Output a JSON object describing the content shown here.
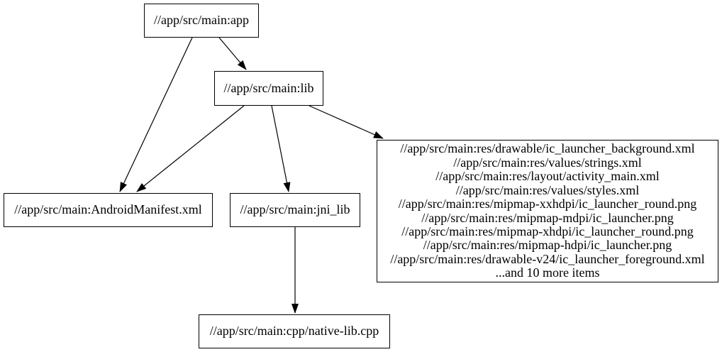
{
  "diagram": {
    "type": "dependency-graph",
    "background_color": "#ffffff",
    "stroke_color": "#000000",
    "nodes": {
      "app": {
        "label": "//app/src/main:app"
      },
      "lib": {
        "label": "//app/src/main:lib"
      },
      "android_manifest": {
        "label": "//app/src/main:AndroidManifest.xml"
      },
      "jni_lib": {
        "label": "//app/src/main:jni_lib"
      },
      "native_lib": {
        "label": "//app/src/main:cpp/native-lib.cpp"
      },
      "res_group": {
        "lines": [
          "//app/src/main:res/drawable/ic_launcher_background.xml",
          "//app/src/main:res/values/strings.xml",
          "//app/src/main:res/layout/activity_main.xml",
          "//app/src/main:res/values/styles.xml",
          "//app/src/main:res/mipmap-xxhdpi/ic_launcher_round.png",
          "//app/src/main:res/mipmap-mdpi/ic_launcher.png",
          "//app/src/main:res/mipmap-xhdpi/ic_launcher_round.png",
          "//app/src/main:res/mipmap-hdpi/ic_launcher.png",
          "//app/src/main:res/drawable-v24/ic_launcher_foreground.xml",
          "...and 10 more items"
        ]
      }
    },
    "edges": [
      {
        "from": "app",
        "to": "lib"
      },
      {
        "from": "app",
        "to": "android_manifest"
      },
      {
        "from": "lib",
        "to": "android_manifest"
      },
      {
        "from": "lib",
        "to": "jni_lib"
      },
      {
        "from": "lib",
        "to": "res_group"
      },
      {
        "from": "jni_lib",
        "to": "native_lib"
      }
    ]
  }
}
